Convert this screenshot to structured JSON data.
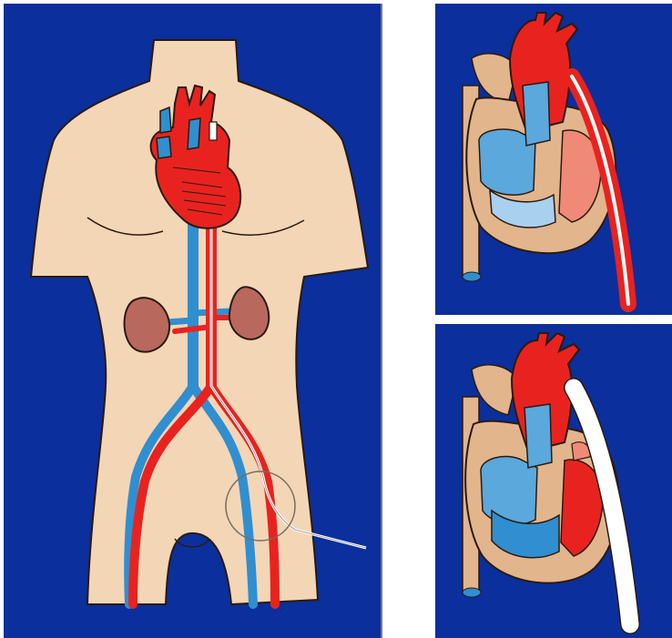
{
  "colors": {
    "panel_background": "#0b2f9c",
    "skin": "#f3d6b6",
    "artery": "#e8231f",
    "vein": "#2f8fd0",
    "kidney": "#b9685d",
    "outline": "#2a1a10"
  },
  "panels": [
    {
      "id": "full-body",
      "subject": "torso-with-catheter-from-groin"
    },
    {
      "id": "heart-pulmonary-view",
      "subject": "heart-with-catheter"
    },
    {
      "id": "heart-aortic-view",
      "subject": "heart-with-catheter"
    }
  ]
}
